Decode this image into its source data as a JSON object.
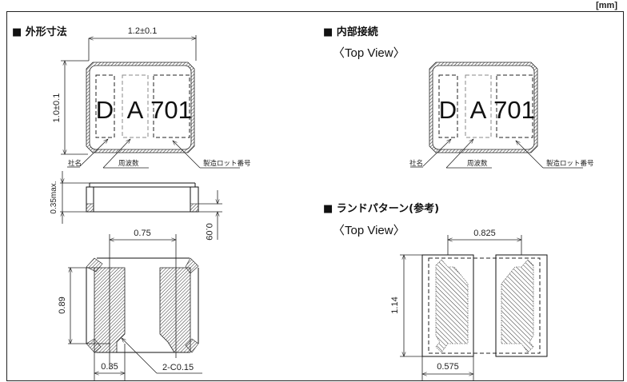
{
  "unit_label": "[mm]",
  "sections": {
    "outline": {
      "title": "■ 外形寸法"
    },
    "internal": {
      "title": "■ 内部接続",
      "view": "〈Top View〉"
    },
    "land": {
      "title": "■ ランドパターン(参考)",
      "view": "〈Top View〉"
    }
  },
  "marking": {
    "company": "D",
    "frequency": "A",
    "lot": "701"
  },
  "callouts": {
    "company": "社名",
    "frequency": "周波数",
    "lot": "製造ロット番号"
  },
  "dimensions": {
    "width": "1.2±0.1",
    "height": "1.0±0.1",
    "thickness": "0.35max.",
    "electrode_height": "0.09",
    "pad_pitch": "0.75",
    "pad_length": "0.89",
    "pad_width": "0.35",
    "chamfer": "2-C0.15",
    "land_pitch": "0.825",
    "land_length": "1.14",
    "land_width": "0.575"
  }
}
